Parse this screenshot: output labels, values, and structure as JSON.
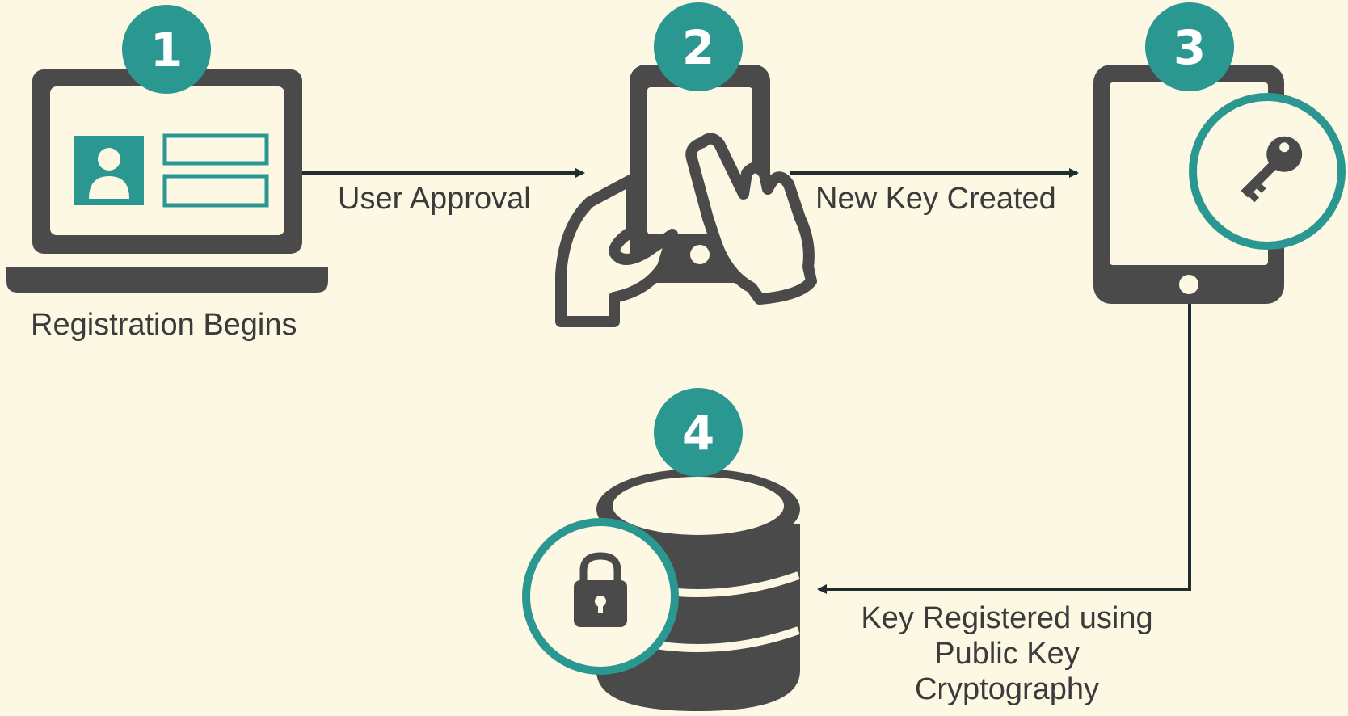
{
  "steps": [
    {
      "number": "1",
      "caption": "Registration Begins"
    },
    {
      "number": "2",
      "caption": ""
    },
    {
      "number": "3",
      "caption": ""
    },
    {
      "number": "4",
      "caption": ""
    }
  ],
  "arrows": {
    "step1_to_2": "User Approval",
    "step2_to_3": "New Key Created",
    "step3_to_4_lines": [
      "Key Registered using",
      "Public Key",
      "Cryptography"
    ]
  },
  "colors": {
    "background": "#fdf8e4",
    "device": "#4a4a4a",
    "accent": "#2a9891",
    "text": "#3b3b3b"
  },
  "icons": {
    "step1": "laptop-with-profile-form-icon",
    "step2": "hand-holding-phone-tap-icon",
    "step3": "tablet-with-key-icon",
    "step4": "database-with-lock-icon"
  }
}
